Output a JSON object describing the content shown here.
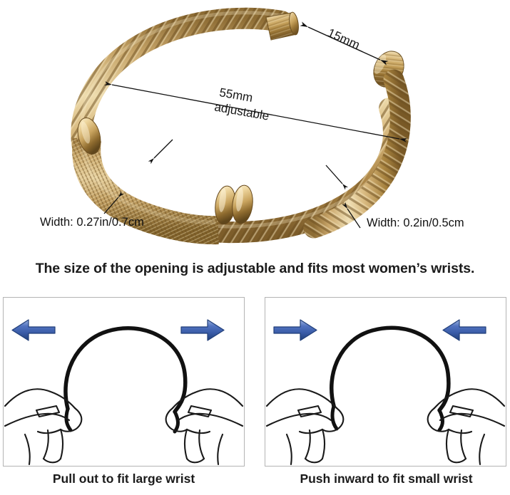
{
  "product": {
    "name": "adjustable-cable-bangle-bracelet",
    "material_finish": "gold",
    "dimensions": {
      "opening_gap": "15mm",
      "inner_diameter_value": "55mm",
      "inner_diameter_note": "adjustable",
      "mesh_band_width": "Width: 0.27in/0.7cm",
      "cable_band_width": "Width: 0.2in/0.5cm"
    }
  },
  "headline": "The size of the opening is adjustable and fits most women’s wrists.",
  "panels": [
    {
      "id": "pull-out",
      "caption": "Pull out to fit large wrist",
      "arrow_direction": "outward",
      "left_arrow": "arrow-left-icon",
      "right_arrow": "arrow-right-icon"
    },
    {
      "id": "push-in",
      "caption": "Push inward to fit small wrist",
      "arrow_direction": "inward",
      "left_arrow": "arrow-right-icon",
      "right_arrow": "arrow-left-icon"
    }
  ],
  "colors": {
    "arrow_blue": "#446cbb",
    "arrow_blue_dark": "#27477f",
    "gold_light": "#e8cf9a",
    "gold_mid": "#c9a martinez",
    "gold_base": "#c3a063",
    "gold_dark": "#8a6a33",
    "panel_border": "#b4b4b4",
    "line_black": "#111111",
    "background": "#ffffff"
  }
}
